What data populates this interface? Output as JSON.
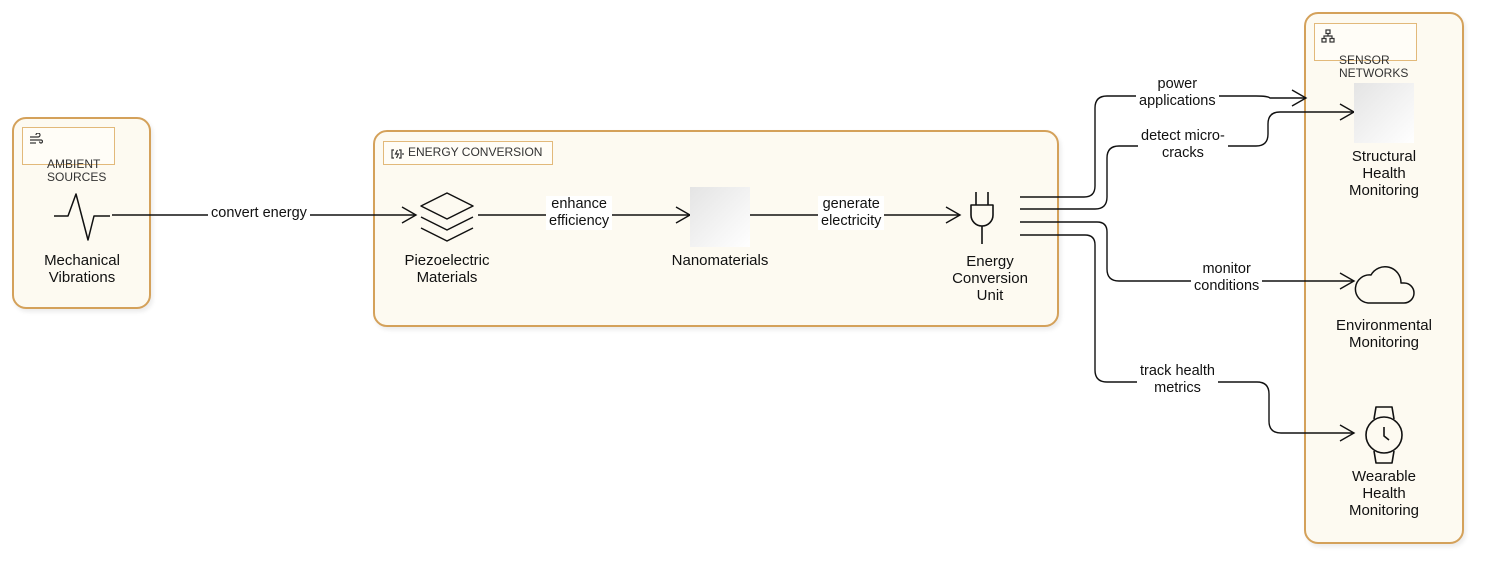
{
  "groups": {
    "ambient": {
      "label": "AMBIENT\nSOURCES",
      "icon": "wind-icon"
    },
    "conversion": {
      "label": "ENERGY CONVERSION",
      "icon": "battery-charging-icon"
    },
    "sensors": {
      "label": "SENSOR\nNETWORKS",
      "icon": "network-icon"
    }
  },
  "nodes": {
    "vibrations": {
      "label": "Mechanical\nVibrations",
      "icon": "pulse-icon"
    },
    "piezo": {
      "label": "Piezoelectric\nMaterials",
      "icon": "layers-icon"
    },
    "nano": {
      "label": "Nanomaterials",
      "icon": "image-placeholder"
    },
    "unit": {
      "label": "Energy\nConversion\nUnit",
      "icon": "plug-icon"
    },
    "structural": {
      "label": "Structural\nHealth\nMonitoring",
      "icon": "image-placeholder"
    },
    "environmental": {
      "label": "Environmental\nMonitoring",
      "icon": "cloud-icon"
    },
    "wearable": {
      "label": "Wearable\nHealth\nMonitoring",
      "icon": "watch-icon"
    }
  },
  "edges": {
    "convert": "convert energy",
    "enhance": "enhance\nefficiency",
    "generate": "generate\nelectricity",
    "power": "power\napplications",
    "detect": "detect micro-\ncracks",
    "monitor": "monitor\nconditions",
    "track": "track health\nmetrics"
  },
  "colors": {
    "group_border": "#d4a15a",
    "group_fill": "#fdfaf1",
    "line": "#111111"
  }
}
